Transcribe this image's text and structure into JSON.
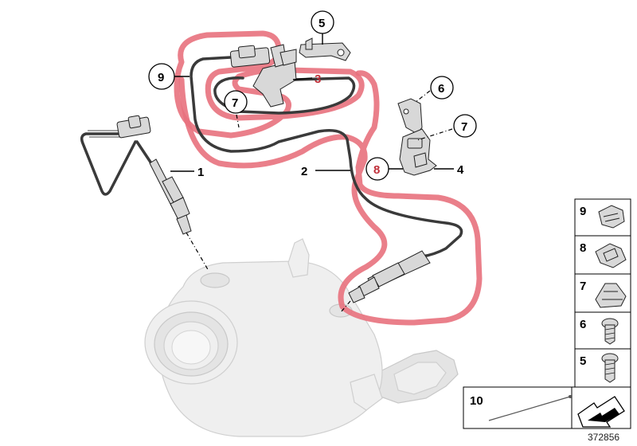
{
  "callouts": {
    "c1": "1",
    "c2": "2",
    "c3": "3",
    "c4": "4",
    "c5": "5",
    "c6": "6",
    "c7a": "7",
    "c7b": "7",
    "c8": "8",
    "c9": "9"
  },
  "legend": {
    "items": [
      {
        "label": "9",
        "icon": "clip-9-icon"
      },
      {
        "label": "8",
        "icon": "clip-8-icon"
      },
      {
        "label": "7",
        "icon": "clip-7-icon"
      },
      {
        "label": "6",
        "icon": "screw-6-icon"
      },
      {
        "label": "5",
        "icon": "screw-5-icon"
      }
    ],
    "ten_label": "10"
  },
  "reference": "372856",
  "colors": {
    "highlight": "#e8717d",
    "cable": "#3a3a3a",
    "ghost_part": "#efefef"
  }
}
